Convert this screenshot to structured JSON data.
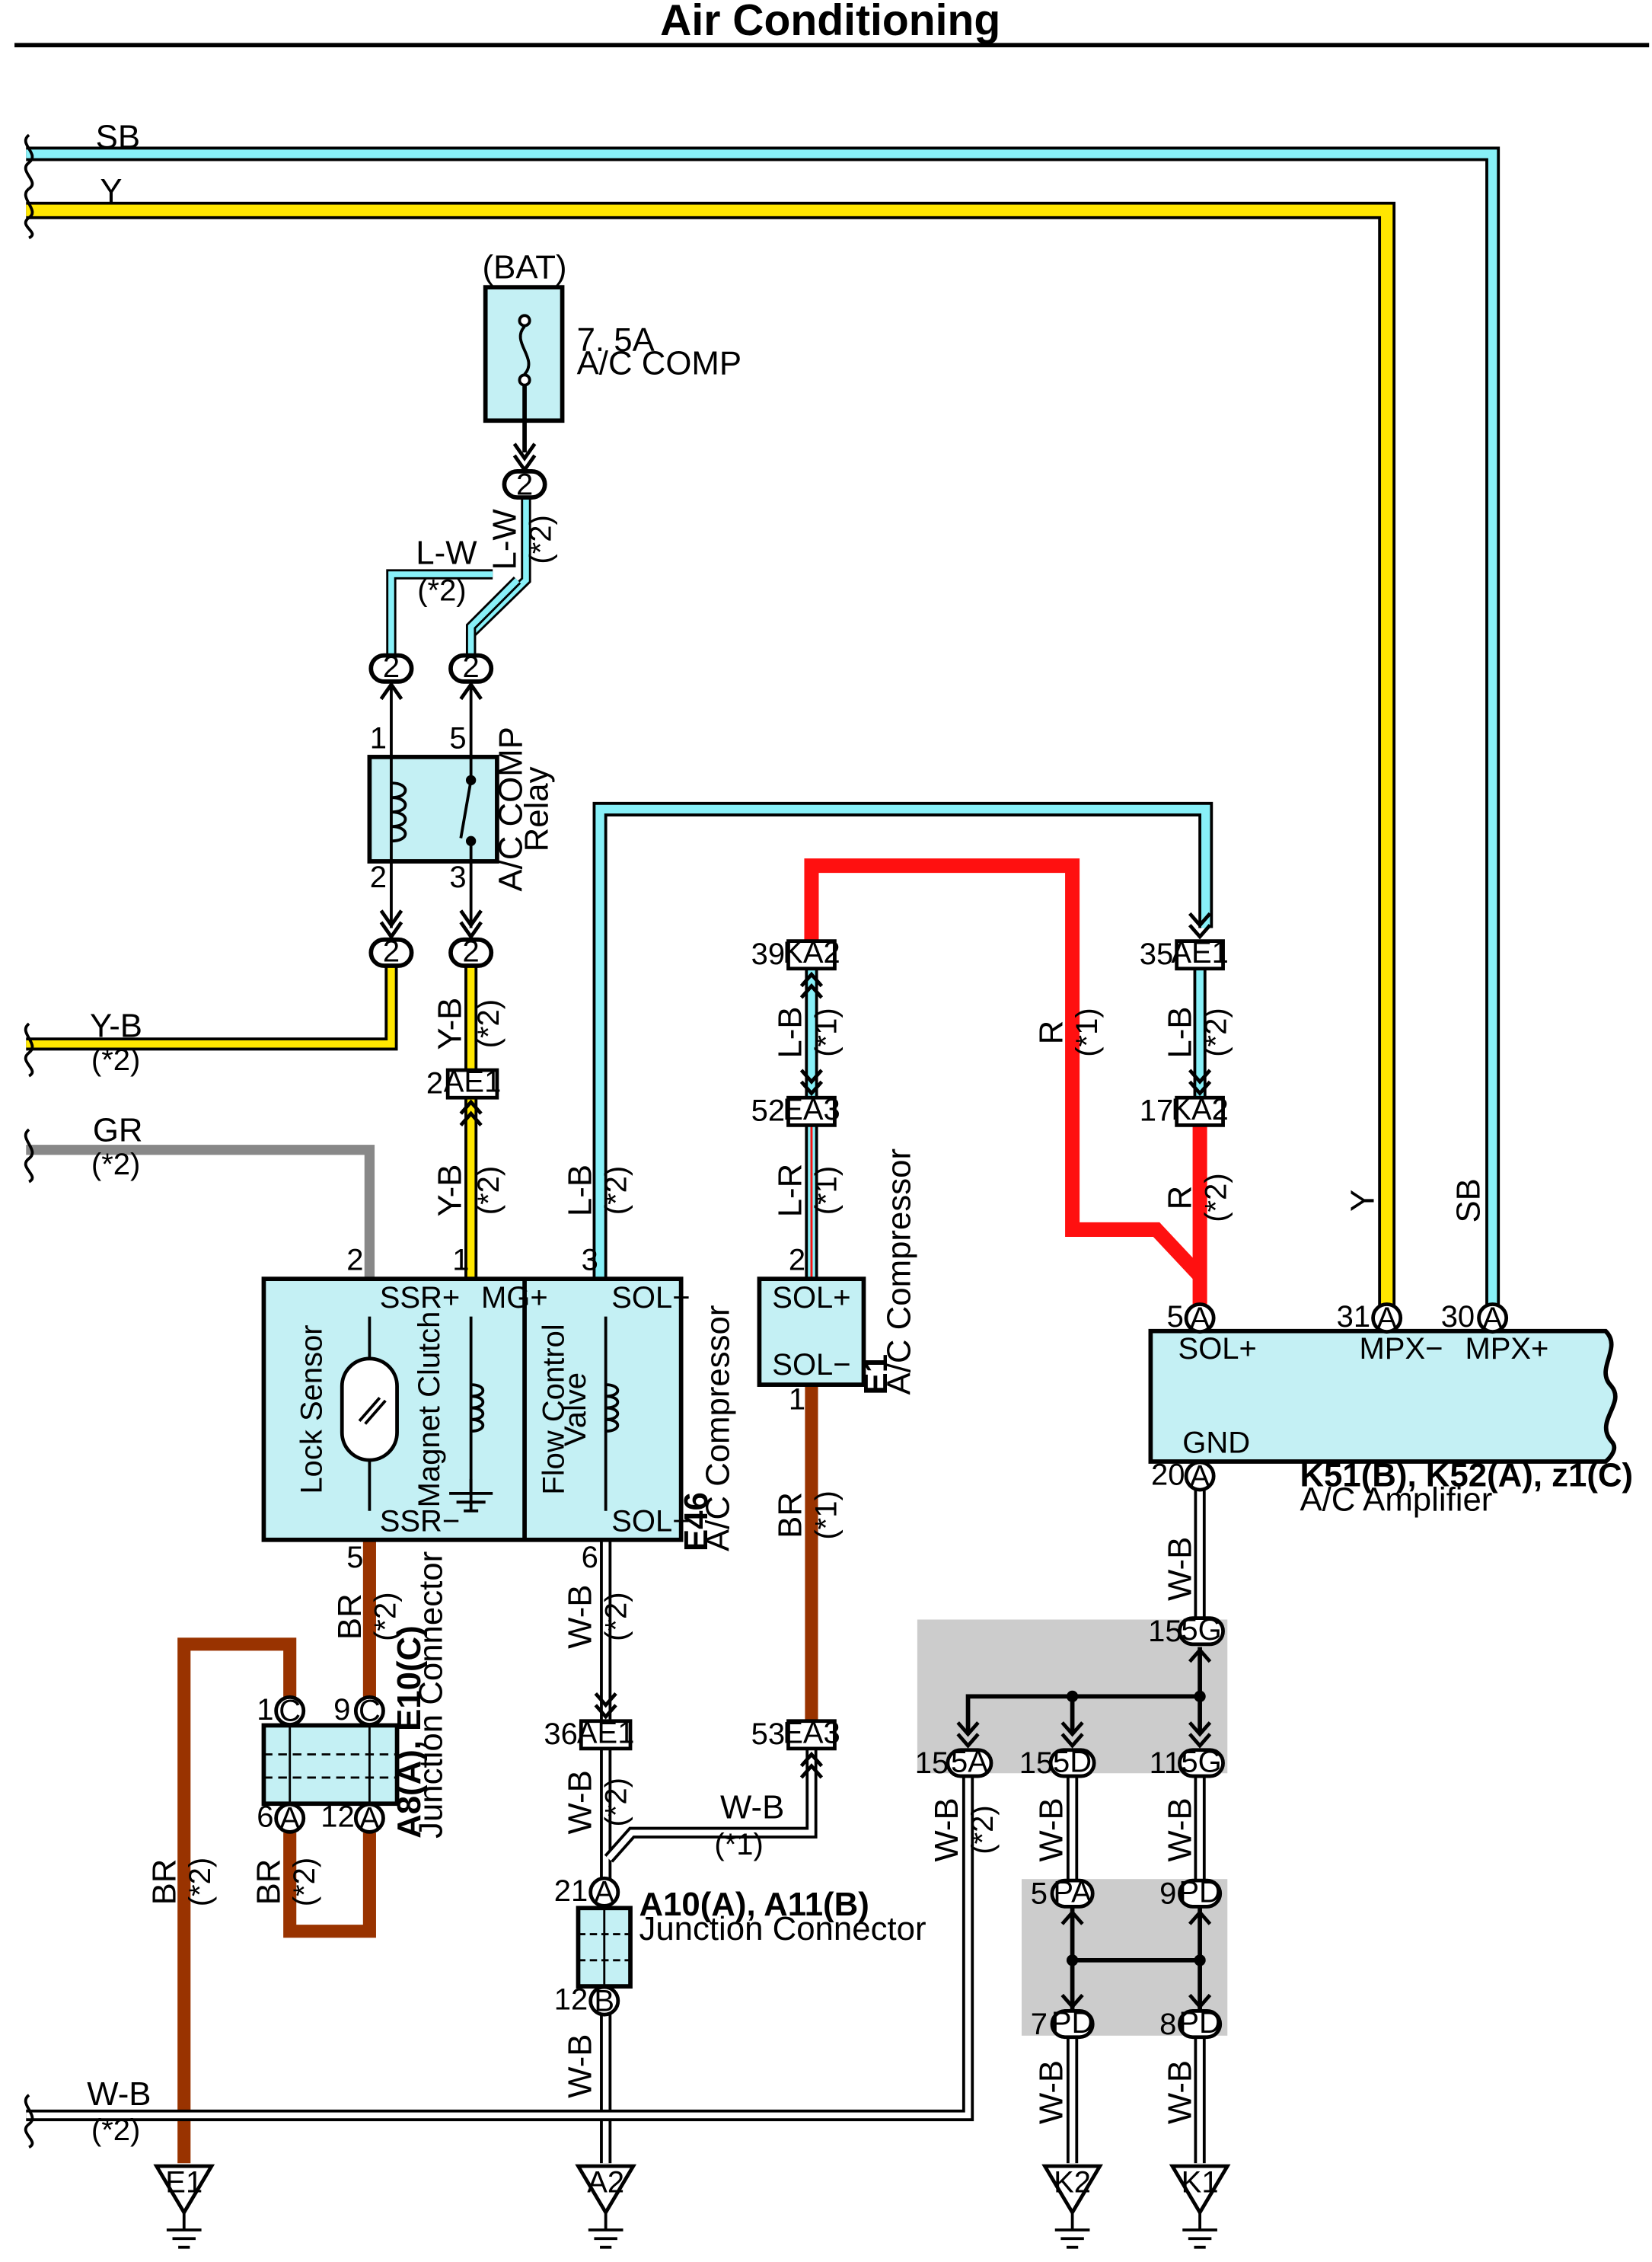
{
  "title": "Air Conditioning",
  "colors": {
    "SB": "#88f0f8",
    "Y": "#ffe600",
    "L-W": "#88f0f8",
    "L-B": "#88f0f8",
    "Y-B": "#ffe600",
    "GR": "#888888",
    "BR": "#993300",
    "R": "#ff1010",
    "W-B": "#ffffff",
    "L-R": "#88f0f8",
    "component_fill": "#c4f0f4",
    "shade": "#cccccc",
    "outline": "#000000"
  },
  "wires": {
    "sb": "SB",
    "y": "Y",
    "lw": "L-W",
    "yb": "Y-B",
    "gr": "GR",
    "br": "BR",
    "lb": "L-B",
    "lr": "L-R",
    "r": "R",
    "wb": "W-B"
  },
  "notes": {
    "n1": "(*1)",
    "n2": "(*2)"
  },
  "fuse": {
    "source": "(BAT)",
    "rating": "7. 5A",
    "name": "A/C COMP"
  },
  "relay": {
    "name": "A/C COMP",
    "type": "Relay",
    "pins": {
      "p1": "1",
      "p5": "5",
      "p2": "2",
      "p3": "3"
    }
  },
  "connectors": {
    "c2": "2",
    "AE1": "AE1",
    "KA2": "KA2",
    "EA3": "EA3",
    "A": "A",
    "B": "B",
    "C": "C",
    "5G": "5G",
    "5A": "5A",
    "5D": "5D",
    "PA": "PA",
    "PD": "PD"
  },
  "pins": {
    "p2": "2",
    "p1": "1",
    "p3": "3",
    "p5": "5",
    "p6": "6",
    "p9": "9",
    "p12": "12",
    "p15": "15",
    "p11": "11",
    "p7": "7",
    "p8": "8",
    "p17": "17",
    "p20": "20",
    "p21": "21",
    "p30": "30",
    "p31": "31",
    "p35": "35",
    "p36": "36",
    "p39": "39",
    "p52": "52",
    "p53": "53"
  },
  "e46": {
    "code": "E46",
    "name": "A/C Compressor",
    "terminals": {
      "ssr_plus": "SSR+",
      "mg_plus": "MG+",
      "sol_plus": "SOL+",
      "ssr_minus": "SSR−",
      "sol_minus": "SOL−"
    },
    "parts": {
      "lock_sensor": "Lock Sensor",
      "magnet_clutch": "Magnet Clutch",
      "fcv1": "Flow Control",
      "fcv2": "Valve"
    }
  },
  "e1": {
    "code": "E1",
    "name": "A/C Compressor",
    "terminals": {
      "sol_plus": "SOL+",
      "sol_minus": "SOL−"
    }
  },
  "amp": {
    "code": "K51(B), K52(A), z1(C)",
    "name": "A/C Amplifier",
    "terminals": {
      "sol_plus": "SOL+",
      "mpx_minus": "MPX−",
      "mpx_plus": "MPX+",
      "gnd": "GND"
    }
  },
  "jc_a8": {
    "code": "A8(A), E10(C)",
    "name": "Junction Connector"
  },
  "jc_a10": {
    "code": "A10(A), A11(B)",
    "name": "Junction Connector"
  },
  "grounds": {
    "e1": "E1",
    "a2": "A2",
    "k2": "K2",
    "k1": "K1"
  }
}
